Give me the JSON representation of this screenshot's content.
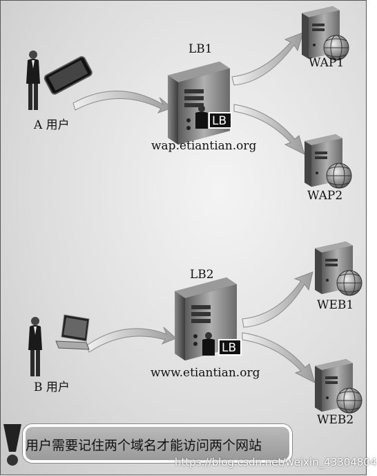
{
  "load_balancers": [
    {
      "name": "LB1",
      "badge": "LB",
      "domain": "wap.etiantian.org"
    },
    {
      "name": "LB2",
      "badge": "LB",
      "domain": "www.etiantian.org"
    }
  ],
  "users": [
    {
      "label": "A 用户",
      "device": "phone"
    },
    {
      "label": "B 用户",
      "device": "laptop"
    }
  ],
  "servers": [
    "WAP1",
    "WAP2",
    "WEB1",
    "WEB2"
  ],
  "note": "用户需要记住两个域名才能访问两个网站",
  "watermark": "https://blog.csdn.net/weixin_43304804"
}
